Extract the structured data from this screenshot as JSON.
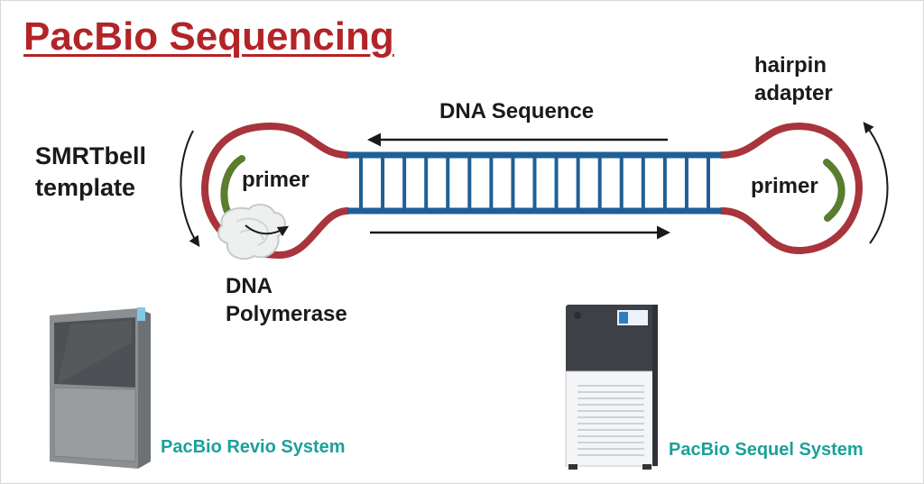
{
  "title": "PacBio Sequencing",
  "labels": {
    "smrtbell_line1": "SMRTbell",
    "smrtbell_line2": "template",
    "hairpin_line1": "hairpin",
    "hairpin_line2": "adapter",
    "dna_sequence": "DNA Sequence",
    "primer_left": "primer",
    "primer_right": "primer",
    "polymerase_line1": "DNA",
    "polymerase_line2": "Polymerase",
    "revio_system": "PacBio Revio System",
    "sequel_system": "PacBio Sequel System"
  },
  "colors": {
    "title": "#b22428",
    "adapter_loop": "#a8343c",
    "dna_ladder": "#1f5f96",
    "primer": "#5a7d2e",
    "system_label": "#1aa19a"
  },
  "dna_ladder_rungs": 17
}
